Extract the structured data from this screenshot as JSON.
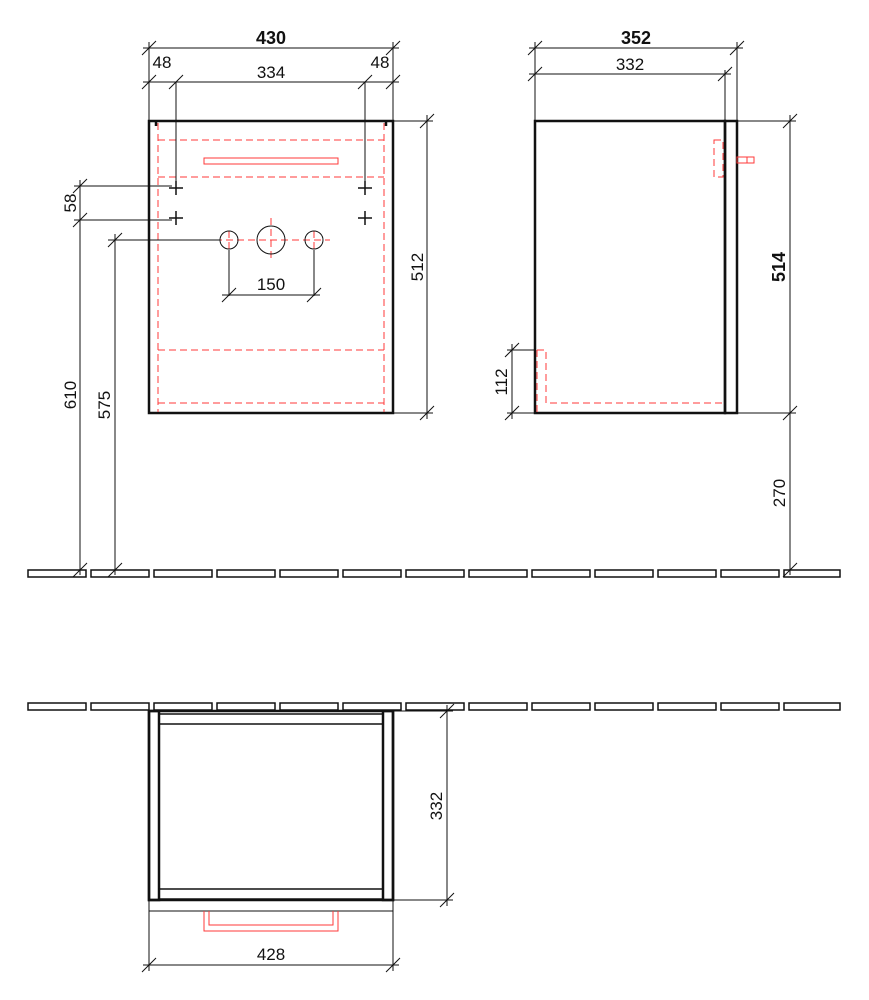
{
  "front_view": {
    "overall_width": "430",
    "side_offset_left": "48",
    "hole_spacing": "334",
    "side_offset_right": "48",
    "mount_vertical_spacing": "58",
    "height_to_mount": "610",
    "height_to_pipes": "575",
    "pipe_spacing": "150",
    "body_height": "512"
  },
  "side_view": {
    "overall_depth": "352",
    "body_depth": "332",
    "overall_height": "514",
    "floor_clearance": "270",
    "plinth_cutout": "112"
  },
  "top_view": {
    "depth": "332",
    "width": "428"
  },
  "colors": {
    "line": "#111111",
    "hidden": "#ff3a3a"
  }
}
